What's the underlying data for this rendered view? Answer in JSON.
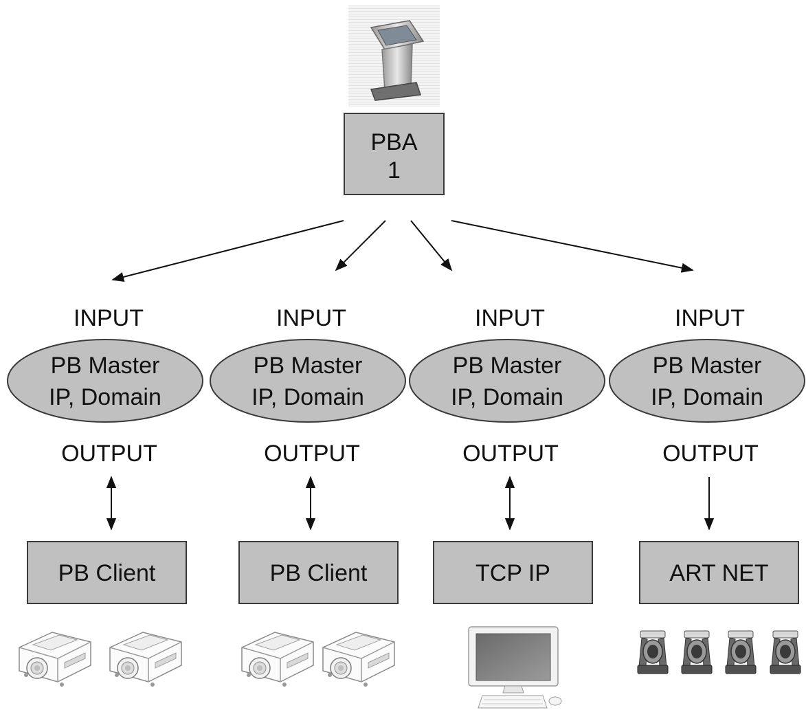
{
  "root": {
    "line1": "PBA",
    "line2": "1",
    "device_icon": "kiosk-icon"
  },
  "branches": [
    {
      "input_label": "INPUT",
      "node_line1": "PB Master",
      "node_line2": "IP, Domain",
      "output_label": "OUTPUT",
      "link": "bidirectional",
      "target": "PB Client",
      "device_icon": "projector-icon",
      "device_count": 2
    },
    {
      "input_label": "INPUT",
      "node_line1": "PB Master",
      "node_line2": "IP, Domain",
      "output_label": "OUTPUT",
      "link": "bidirectional",
      "target": "PB Client",
      "device_icon": "projector-icon",
      "device_count": 2
    },
    {
      "input_label": "INPUT",
      "node_line1": "PB Master",
      "node_line2": "IP, Domain",
      "output_label": "OUTPUT",
      "link": "bidirectional",
      "target": "TCP IP",
      "device_icon": "computer-icon",
      "device_count": 1
    },
    {
      "input_label": "INPUT",
      "node_line1": "PB Master",
      "node_line2": "IP, Domain",
      "output_label": "OUTPUT",
      "link": "one-way",
      "target": "ART NET",
      "device_icon": "moving-head-light-icon",
      "device_count": 4
    }
  ]
}
